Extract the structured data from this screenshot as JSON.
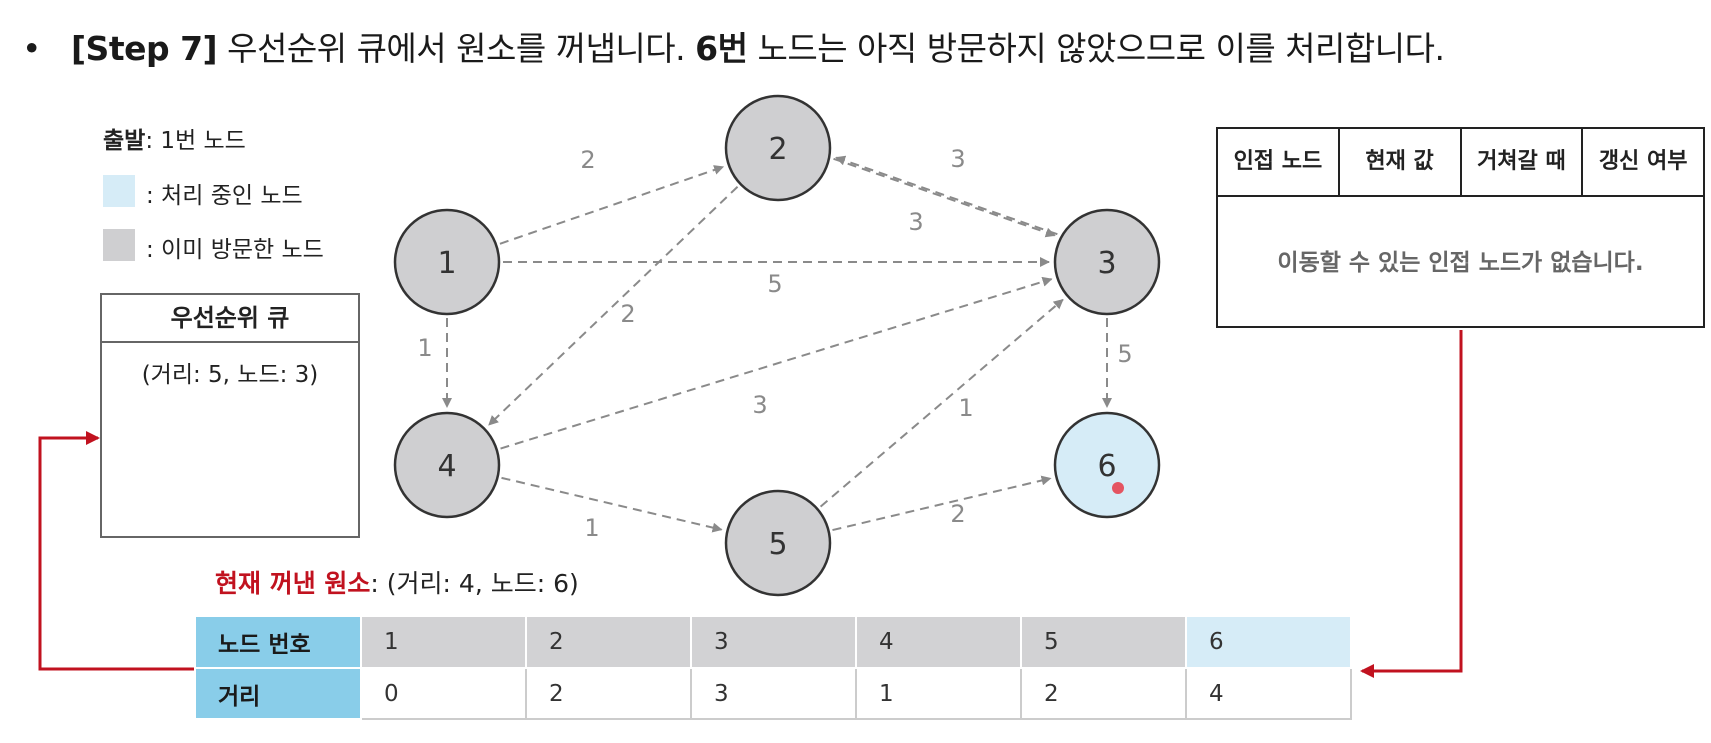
{
  "title": {
    "bullet": "•",
    "step": "[Step 7]",
    "part1": "우선순위 큐에서 원소를 꺼냅니다.",
    "bold_node": "6번",
    "part2": "노드는 아직 방문하지 않았으므로 이를 처리합니다."
  },
  "legend": {
    "start_label": "출발",
    "start_value": ": 1번 노드",
    "processing_label": ": 처리 중인 노드",
    "visited_label": ": 이미 방문한 노드",
    "processing_color": "#d6ecf7",
    "visited_color": "#cfcfd1"
  },
  "priority_queue": {
    "title": "우선순위 큐",
    "items": [
      "(거리: 5, 노드: 3)"
    ]
  },
  "adjacency_table": {
    "headers": [
      "인접 노드",
      "현재 값",
      "거쳐갈 때",
      "갱신 여부"
    ],
    "empty_message": "이동할 수 있는 인접 노드가 없습니다."
  },
  "current_item": {
    "label": "현재 꺼낸 원소",
    "value": ": (거리: 4, 노드: 6)"
  },
  "distance_table": {
    "row_headers": [
      "노드 번호",
      "거리"
    ],
    "nodes": [
      "1",
      "2",
      "3",
      "4",
      "5",
      "6"
    ],
    "distances": [
      "0",
      "2",
      "3",
      "1",
      "2",
      "4"
    ],
    "active_node": "6"
  },
  "graph": {
    "nodes": [
      {
        "id": "1",
        "state": "visited"
      },
      {
        "id": "2",
        "state": "visited"
      },
      {
        "id": "3",
        "state": "visited"
      },
      {
        "id": "4",
        "state": "visited"
      },
      {
        "id": "5",
        "state": "visited"
      },
      {
        "id": "6",
        "state": "processing"
      }
    ],
    "edges": [
      {
        "from": "1",
        "to": "2",
        "weight": "2"
      },
      {
        "from": "1",
        "to": "3",
        "weight": "5"
      },
      {
        "from": "1",
        "to": "4",
        "weight": "1"
      },
      {
        "from": "2",
        "to": "3",
        "weight": "3"
      },
      {
        "from": "3",
        "to": "2",
        "weight": "3"
      },
      {
        "from": "2",
        "to": "4",
        "weight": "2"
      },
      {
        "from": "4",
        "to": "3",
        "weight": "3"
      },
      {
        "from": "4",
        "to": "5",
        "weight": "1"
      },
      {
        "from": "5",
        "to": "3",
        "weight": "1"
      },
      {
        "from": "5",
        "to": "6",
        "weight": "2"
      },
      {
        "from": "3",
        "to": "6",
        "weight": "5"
      }
    ]
  },
  "colors": {
    "accent_red": "#c1121f",
    "header_blue": "#89cde9",
    "edge_gray": "#8a8a8a"
  }
}
